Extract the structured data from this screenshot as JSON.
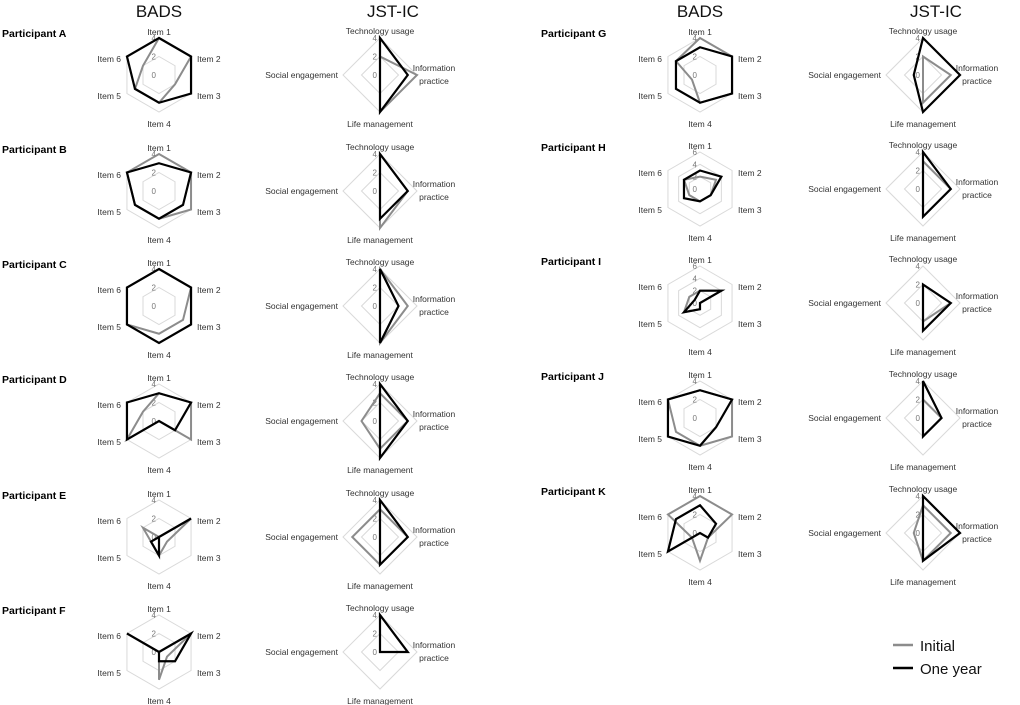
{
  "headers": {
    "bads_left": "BADS",
    "jst_left": "JST-IC",
    "bads_right": "BADS",
    "jst_right": "JST-IC"
  },
  "legend": {
    "initial": "Initial",
    "one_year": "One year"
  },
  "colors": {
    "initial": "#8c8c8c",
    "one_year": "#000000",
    "grid": "#d9d9d9"
  },
  "chart_data": {
    "type": "radar",
    "series_names": [
      "Initial",
      "One year"
    ],
    "bads_axes": [
      "Item 1",
      "Item 2",
      "Item 3",
      "Item 4",
      "Item 5",
      "Item 6"
    ],
    "jst_axes": [
      "Technology usage",
      "Information practice",
      "Life management",
      "Social engagement"
    ],
    "participants": [
      {
        "label": "Participant A",
        "bads_ticks": [
          "4",
          "2",
          "0"
        ],
        "bads_max": 4,
        "bads": {
          "initial": [
            4,
            4,
            2,
            3,
            3,
            2
          ],
          "one_year": [
            4,
            4,
            4,
            3,
            3,
            4
          ]
        },
        "jst": {
          "initial": [
            2,
            4,
            4,
            0
          ],
          "one_year": [
            4,
            3,
            4,
            0
          ]
        }
      },
      {
        "label": "Participant B",
        "bads_ticks": [
          "4",
          "2",
          "0"
        ],
        "bads_max": 4,
        "bads": {
          "initial": [
            4,
            4,
            4,
            3,
            3,
            4
          ],
          "one_year": [
            3,
            4,
            3,
            3,
            3,
            4
          ]
        },
        "jst": {
          "initial": [
            4,
            3,
            4,
            0
          ],
          "one_year": [
            4,
            3,
            3,
            0
          ]
        }
      },
      {
        "label": "Participant C",
        "bads_ticks": [
          "4",
          "2",
          "0"
        ],
        "bads_max": 4,
        "bads": {
          "initial": [
            4,
            4,
            3,
            3,
            4,
            4
          ],
          "one_year": [
            4,
            4,
            4,
            4,
            4,
            4
          ]
        },
        "jst": {
          "initial": [
            4,
            3,
            4,
            0
          ],
          "one_year": [
            4,
            2,
            4,
            0
          ]
        }
      },
      {
        "label": "Participant D",
        "bads_ticks": [
          "4",
          "2",
          "0"
        ],
        "bads_max": 4,
        "bads": {
          "initial": [
            3,
            4,
            4,
            0,
            4,
            2
          ],
          "one_year": [
            3,
            4,
            2,
            0,
            4,
            4
          ]
        },
        "jst": {
          "initial": [
            3,
            3,
            3,
            2
          ],
          "one_year": [
            4,
            3,
            4,
            0
          ]
        }
      },
      {
        "label": "Participant E",
        "bads_ticks": [
          "4",
          "2",
          "0"
        ],
        "bads_max": 4,
        "bads": {
          "initial": [
            0,
            4,
            1,
            2,
            1,
            2
          ],
          "one_year": [
            0,
            4,
            0,
            2,
            1,
            0
          ]
        },
        "jst": {
          "initial": [
            3,
            3,
            3,
            3
          ],
          "one_year": [
            4,
            3,
            3,
            0
          ]
        }
      },
      {
        "label": "Participant F",
        "bads_ticks": [
          "4",
          "2",
          "0"
        ],
        "bads_max": 4,
        "bads": {
          "initial": [
            0,
            4,
            1,
            3,
            0,
            4
          ],
          "one_year": [
            0,
            4,
            2,
            1,
            0,
            4
          ]
        },
        "jst": {
          "initial": [
            4,
            3,
            0,
            0
          ],
          "one_year": [
            4,
            3,
            0,
            0
          ]
        }
      },
      {
        "label": "Participant G",
        "bads_ticks": [
          "4",
          "2",
          "0"
        ],
        "bads_max": 4,
        "bads": {
          "initial": [
            4,
            4,
            4,
            3,
            1,
            3
          ],
          "one_year": [
            3,
            4,
            4,
            3,
            3,
            3
          ]
        },
        "jst": {
          "initial": [
            2,
            3,
            3,
            0
          ],
          "one_year": [
            4,
            4,
            4,
            1
          ]
        }
      },
      {
        "label": "Participant H",
        "bads_ticks": [
          "6",
          "4",
          "2",
          "0"
        ],
        "bads_max": 6,
        "bads": {
          "initial": [
            2,
            3,
            2,
            2,
            2,
            3
          ],
          "one_year": [
            3,
            4,
            2,
            2,
            3,
            3
          ]
        },
        "jst": {
          "initial": [
            3,
            3,
            3,
            0
          ],
          "one_year": [
            4,
            3,
            3,
            0
          ]
        }
      },
      {
        "label": "Participant I",
        "bads_ticks": [
          "6",
          "4",
          "2",
          "0"
        ],
        "bads_max": 6,
        "bads": {
          "initial": [
            2,
            4,
            0,
            1,
            3,
            2
          ],
          "one_year": [
            2,
            4,
            0,
            1,
            3,
            1
          ]
        },
        "jst": {
          "initial": [
            2,
            3,
            2,
            0
          ],
          "one_year": [
            2,
            3,
            3,
            0
          ]
        }
      },
      {
        "label": "Participant J",
        "bads_ticks": [
          "4",
          "2",
          "0"
        ],
        "bads_max": 4,
        "bads": {
          "initial": [
            3,
            4,
            4,
            3,
            3,
            4
          ],
          "one_year": [
            3,
            4,
            2,
            3,
            4,
            4
          ]
        },
        "jst": {
          "initial": [
            2,
            2,
            2,
            0
          ],
          "one_year": [
            4,
            2,
            2,
            0
          ]
        }
      },
      {
        "label": "Participant K",
        "bads_ticks": [
          "4",
          "2",
          "0"
        ],
        "bads_max": 4,
        "bads": {
          "initial": [
            4,
            4,
            1,
            3,
            1,
            4
          ],
          "one_year": [
            3,
            2,
            1,
            0,
            4,
            3
          ]
        },
        "jst": {
          "initial": [
            3,
            3,
            3,
            1
          ],
          "one_year": [
            4,
            4,
            3,
            0
          ]
        }
      }
    ]
  }
}
